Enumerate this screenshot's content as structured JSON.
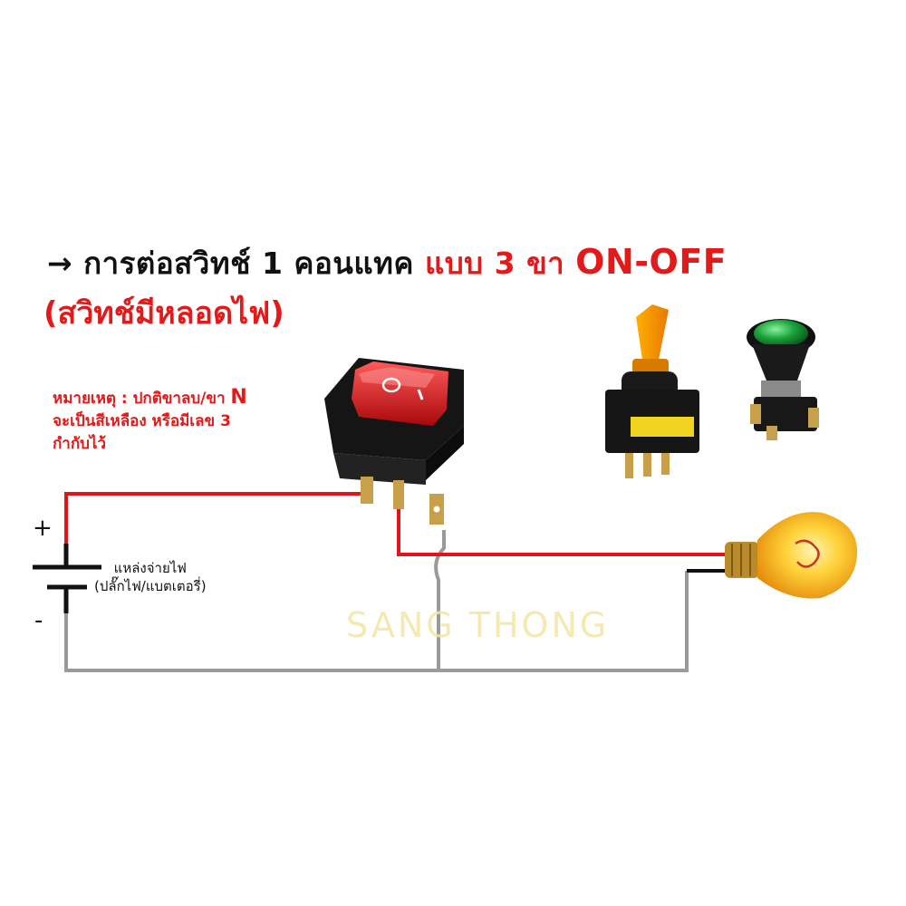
{
  "title": {
    "arrow": "→",
    "part1": "การต่อสวิทช์ 1 คอนแทค",
    "part2": "แบบ 3 ขา",
    "part3": "ON-OFF",
    "line2": "(สวิทช์มีหลอดไฟ)"
  },
  "note": {
    "line1_prefix": "หมายเหตุ :  ปกติขาลบ/ขา",
    "line1_letter": "N",
    "line2": "จะเป็นสีเหลือง หรือมีเลข 3",
    "line3": "กำกับไว้"
  },
  "battery": {
    "plus": "+",
    "minus": "-",
    "label_line1": "แหล่งจ่ายไฟ",
    "label_line2": "(ปลั๊กไฟ/แบตเตอรี่)"
  },
  "watermark": "SANG THONG",
  "colors": {
    "positive_wire": "#e0141b",
    "negative_wire": "#9a9a9a",
    "switch_red": "#c8141a",
    "bulb_glow": "#f7c21c"
  }
}
